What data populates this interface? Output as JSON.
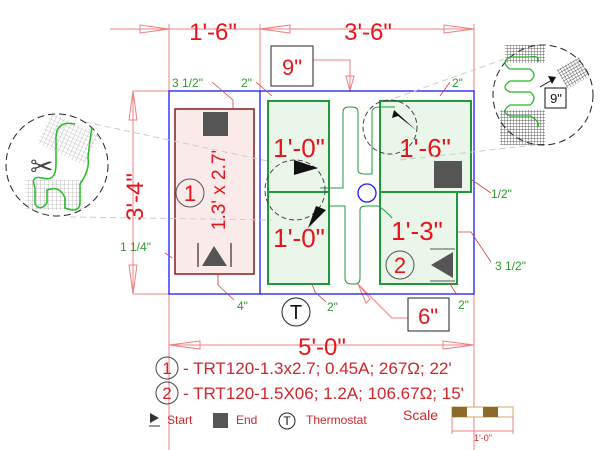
{
  "dimensions": {
    "width_left": "1'-6\"",
    "width_right": "3'-6\"",
    "total_width": "5'-0\"",
    "height": "3'-4\"",
    "gap_top": "9\"",
    "gap_bottom": "6\""
  },
  "clearances": {
    "left_top": "3 1/2\"",
    "mid_top": "2\"",
    "right_top": "2\"",
    "right_mid": "1/2\"",
    "right_lower": "3 1/2\"",
    "left_side": "1 1/4\"",
    "left_bottom": "4\"",
    "mid_bottom": "2\"",
    "right_bottom": "2\""
  },
  "zones": {
    "heater1_size": "1.3' x 2.7'",
    "heater1_number": "1",
    "area_upper_left": "1'-0\"",
    "area_lower_left": "1'-0\"",
    "area_upper_right": "1'-6\"",
    "area_lower_right": "1'-3\"",
    "heater2_number": "2"
  },
  "detail_callout": {
    "label": "9\""
  },
  "thermostat_symbol": "T",
  "legend": {
    "items": [
      {
        "number": "1",
        "text": "- TRT120-1.3x2.7; 0.45A; 267Ω; 22'"
      },
      {
        "number": "2",
        "text": "- TRT120-1.5X06; 1.2A; 106.67Ω; 15'"
      }
    ],
    "start_label": "Start",
    "end_label": "End",
    "thermostat_label": "Thermostat",
    "scale_label": "Scale",
    "scale_value": "1'-0\""
  },
  "colors": {
    "dimension": "#e8141c",
    "clearance": "#2e9a2e",
    "wall": "#1a1aff",
    "heater1": "#8b1a1a",
    "mat": "#1f9a3a",
    "scale": "#8b6a2a"
  }
}
